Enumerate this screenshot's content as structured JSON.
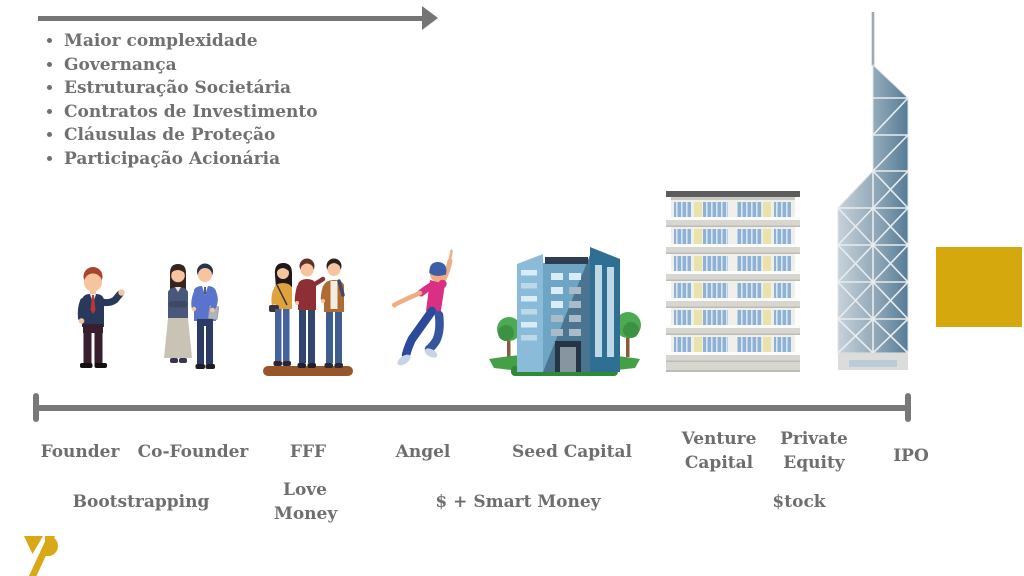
{
  "colors": {
    "accent_gold": "#d5a90e",
    "text_gray": "#6e6e6e",
    "line_gray": "#787878"
  },
  "header": {
    "bullets": [
      "Maior complexidade",
      "Governança",
      "Estruturação Societária",
      "Contratos de Investimento",
      "Cláusulas de Proteção",
      "Participação Acionária"
    ]
  },
  "stages": {
    "founder": "Founder",
    "cofounder": "Co-Founder",
    "fff": "FFF",
    "angel": "Angel",
    "seed": "Seed Capital",
    "venture": "Venture Capital",
    "private_equity": "Private Equity",
    "ipo": "IPO"
  },
  "phases": {
    "bootstrapping": "Bootstrapping",
    "love_money": "Love Money",
    "smart_money": "$ + Smart Money",
    "stock": "$tock"
  }
}
